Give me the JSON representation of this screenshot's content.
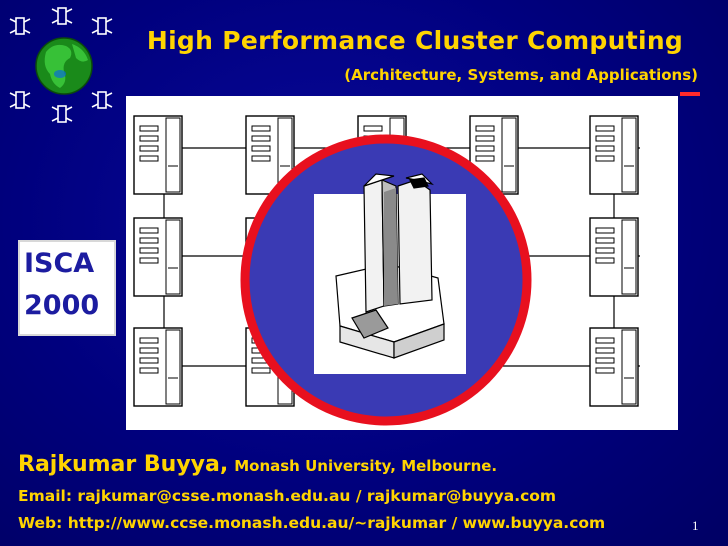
{
  "title": "High Performance Cluster Computing",
  "subtitle": "(Architecture, Systems, and Applications)",
  "badge": {
    "line1": "ISCA",
    "line2": "2000"
  },
  "author": {
    "name": "Rajkumar Buyya,",
    "affiliation": "Monash University, Melbourne."
  },
  "email_line": "Email: rajkumar@csse.monash.edu.au / rajkumar@buyya.com",
  "web_line": "Web: http://www.ccse.monash.edu.au/~rajkumar / www.buyya.com",
  "page_number": "1",
  "colors": {
    "background": "#00007e",
    "text": "#ffd400",
    "circle_fill": "#3a3ab4",
    "circle_ring": "#e8101e"
  },
  "icons": [
    "globe-network-logo",
    "cluster-node-icon",
    "supercomputer-icon"
  ]
}
